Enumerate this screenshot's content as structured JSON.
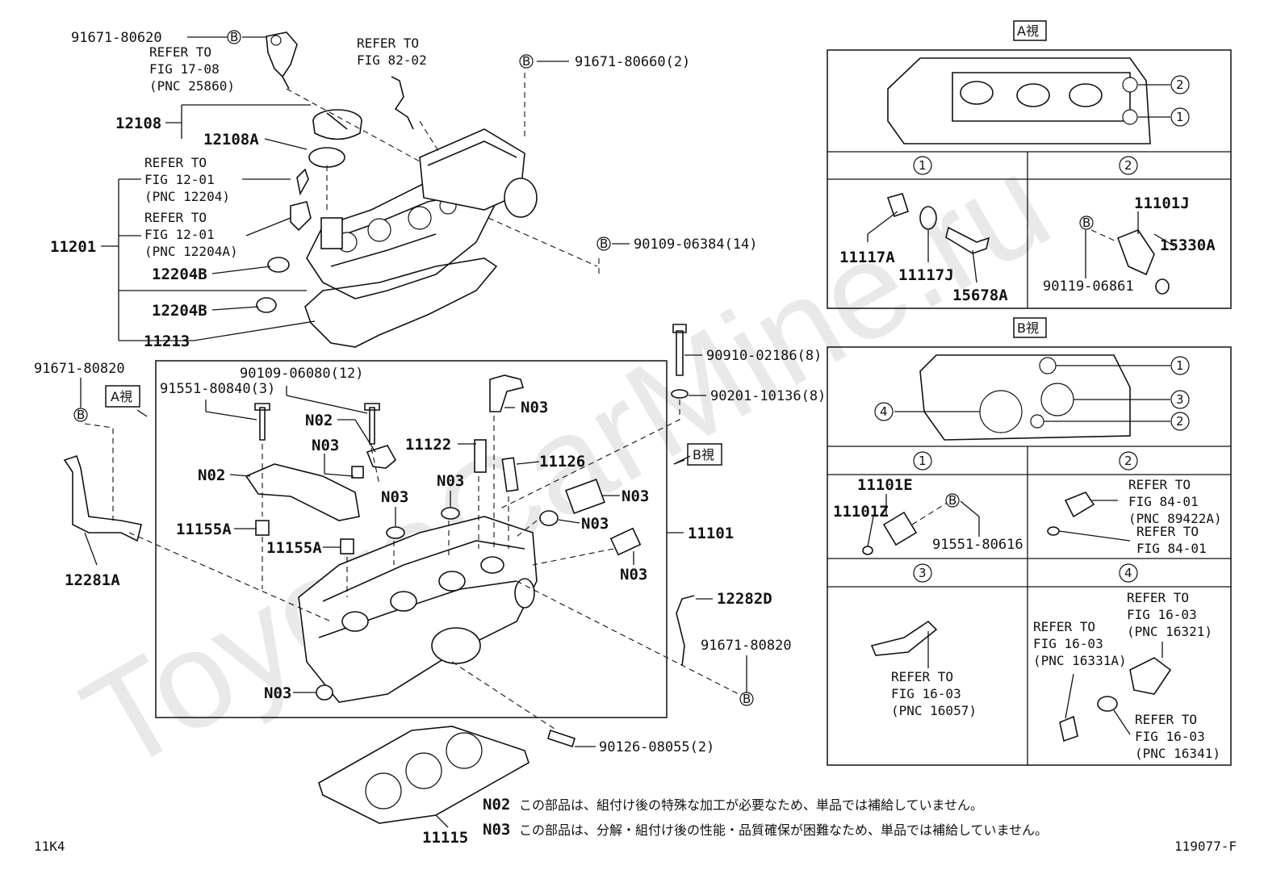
{
  "watermark": "ToyotaCarMine.ru",
  "footer": {
    "left_code": "11K4",
    "right_code": "119077-F"
  },
  "notes": [
    {
      "code": "N02",
      "text": "この部品は、組付け後の特殊な加工が必要なため、単品では補給していません。"
    },
    {
      "code": "N03",
      "text": "この部品は、分解・組付け後の性能・品質確保が困難なため、単品では補給していません。"
    }
  ],
  "views": {
    "a": "A視",
    "b": "B視"
  },
  "circled": {
    "one": "1",
    "two": "2",
    "three": "3",
    "four": "4",
    "b": "B"
  },
  "labels": {
    "p91671_80620": "91671-80620",
    "ref_17_08": [
      "REFER TO",
      "FIG 17-08",
      "(PNC 25860)"
    ],
    "ref_82_02": [
      "REFER TO",
      "FIG 82-02"
    ],
    "p91671_80660": "91671-80660(2)",
    "p12108": "12108",
    "p12108A": "12108A",
    "ref_12_01a": [
      "REFER TO",
      "FIG 12-01",
      "(PNC 12204)"
    ],
    "ref_12_01b": [
      "REFER TO",
      "FIG 12-01",
      "(PNC 12204A)"
    ],
    "p11201": "11201",
    "p90109_06384": "90109-06384(14)",
    "p12204B_1": "12204B",
    "p12204B_2": "12204B",
    "p11213": "11213",
    "p91671_80820_a": "91671-80820",
    "p90109_06080": "90109-06080(12)",
    "p91551_80840": "91551-80840(3)",
    "p90910_02186": "90910-02186(8)",
    "p90201_10136": "90201-10136(8)",
    "n02_a": "N02",
    "n02_b": "N02",
    "n03_a": "N03",
    "n03_b": "N03",
    "n03_c": "N03",
    "n03_d": "N03",
    "n03_e": "N03",
    "n03_f": "N03",
    "n03_g": "N03",
    "n03_h": "N03",
    "p11122": "11122",
    "p11126": "11126",
    "p11155A_1": "11155A",
    "p11155A_2": "11155A",
    "p11101": "11101",
    "p12281A": "12281A",
    "p12282D": "12282D",
    "p91671_80820_b": "91671-80820",
    "p90126_08055": "90126-08055(2)",
    "p11115": "11115",
    "p11117A": "11117A",
    "p11117J": "11117J",
    "p15678A": "15678A",
    "p11101J": "11101J",
    "p15330A": "15330A",
    "p90119_06861": "90119-06861",
    "p11101E": "11101E",
    "p11101Z": "11101Z",
    "p91551_80616": "91551-80616",
    "ref_84_01a": [
      "REFER TO",
      "FIG 84-01",
      "(PNC 89422A)"
    ],
    "ref_84_01b": [
      "REFER TO",
      "FIG 84-01"
    ],
    "ref_16_03a": [
      "REFER TO",
      "FIG 16-03",
      "(PNC 16057)"
    ],
    "ref_16_03b": [
      "REFER TO",
      "FIG 16-03",
      "(PNC 16321)"
    ],
    "ref_16_03c": [
      "REFER TO",
      "FIG 16-03",
      "(PNC 16331A)"
    ],
    "ref_16_03d": [
      "REFER TO",
      "FIG 16-03",
      "(PNC 16341)"
    ]
  }
}
